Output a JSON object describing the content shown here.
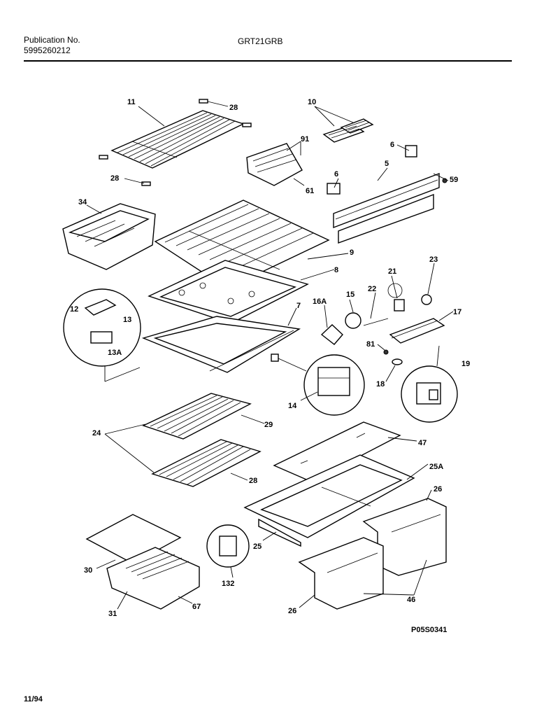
{
  "header": {
    "publication_label": "Publication No.",
    "publication_number": "5995260212",
    "model": "GRT21GRB"
  },
  "callouts": [
    "11",
    "28",
    "28",
    "10",
    "91",
    "61",
    "6",
    "6",
    "5",
    "59",
    "34",
    "9",
    "8",
    "21",
    "23",
    "16A",
    "15",
    "22",
    "17",
    "12",
    "13",
    "13A",
    "7",
    "81",
    "18",
    "19",
    "14",
    "29",
    "24",
    "47",
    "28",
    "25A",
    "26",
    "25",
    "132",
    "30",
    "31",
    "67",
    "26",
    "46"
  ],
  "footer": {
    "drawing_number": "P05S0341",
    "date": "11/94"
  },
  "colors": {
    "ink": "#000000",
    "paper": "#ffffff"
  }
}
